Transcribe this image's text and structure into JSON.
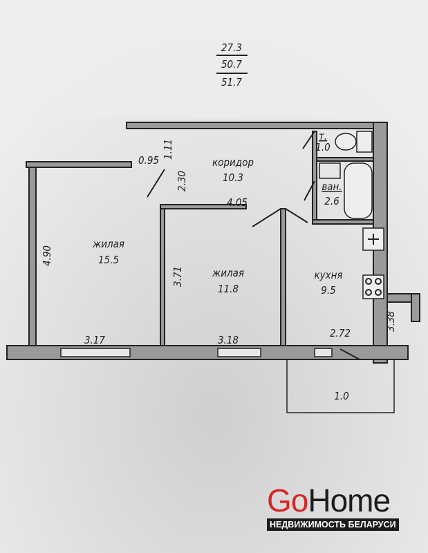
{
  "areas": {
    "living": "27.3",
    "total": "50.7",
    "total_with_balcony": "51.7"
  },
  "rooms": [
    {
      "name": "коридор",
      "area": "10.3"
    },
    {
      "name": "жилая",
      "area": "15.5"
    },
    {
      "name": "жилая",
      "area": "11.8"
    },
    {
      "name": "кухня",
      "area": "9.5"
    },
    {
      "name": "т.",
      "area": "1.0"
    },
    {
      "name": "ван.",
      "area": "2.6"
    }
  ],
  "balcony_area": "1.0",
  "dimensions": [
    "0.95",
    "1.11",
    "2.30",
    "4.05",
    "4.90",
    "3.71",
    "3.38",
    "3.17",
    "3.18",
    "2.72"
  ],
  "logo": {
    "go": "Go",
    "home": "Home",
    "tagline": "НЕДВИЖИМОСТЬ БЕЛАРУСИ"
  },
  "colors": {
    "paper": "#e6e6e6",
    "wall": "#9a9a9a",
    "brand_red": "#d42727"
  }
}
